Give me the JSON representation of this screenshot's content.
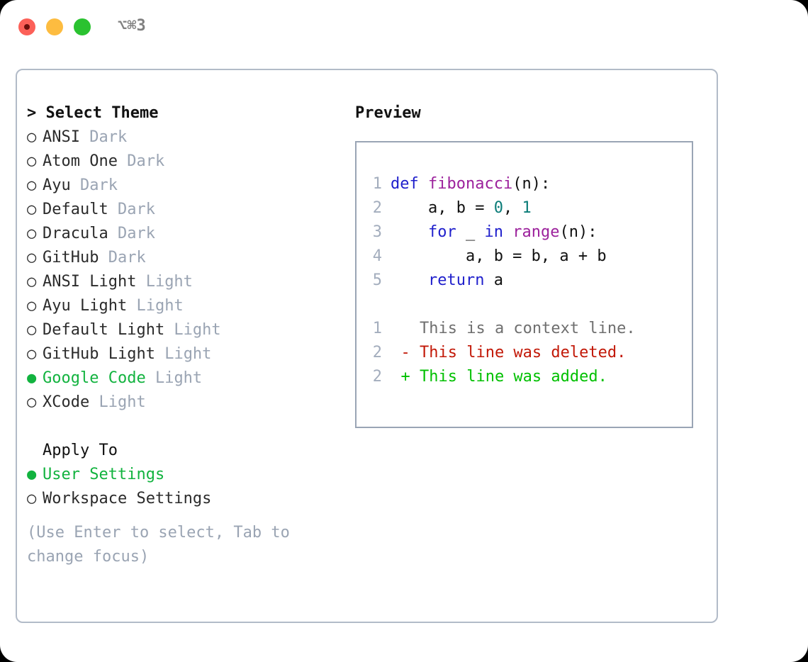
{
  "window": {
    "title_shortcut": "⌥⌘3",
    "traffic_lights": [
      "close-red",
      "minimize-yellow",
      "maximize-green"
    ]
  },
  "colors": {
    "selected_green": "#12b33f",
    "muted_grey": "#9aa4b3",
    "border": "#b2bbc8",
    "preview_border": "#9aa5b5",
    "keyword_blue": "#1f1fcc",
    "function_purple": "#9c219c",
    "number_teal": "#0b7c78",
    "diff_deleted": "#c21807",
    "diff_added": "#00c000",
    "line_number": "#a3adbd"
  },
  "theme_picker": {
    "caret": ">",
    "header": "Select Theme",
    "bullet_unselected": "○",
    "bullet_selected": "●",
    "items": [
      {
        "label": "ANSI",
        "category": "Dark",
        "selected": false
      },
      {
        "label": "Atom One",
        "category": "Dark",
        "selected": false
      },
      {
        "label": "Ayu",
        "category": "Dark",
        "selected": false
      },
      {
        "label": "Default",
        "category": "Dark",
        "selected": false
      },
      {
        "label": "Dracula",
        "category": "Dark",
        "selected": false
      },
      {
        "label": "GitHub",
        "category": "Dark",
        "selected": false
      },
      {
        "label": "ANSI Light",
        "category": "Light",
        "selected": false
      },
      {
        "label": "Ayu Light",
        "category": "Light",
        "selected": false
      },
      {
        "label": "Default Light",
        "category": "Light",
        "selected": false
      },
      {
        "label": "GitHub Light",
        "category": "Light",
        "selected": false
      },
      {
        "label": "Google Code",
        "category": "Light",
        "selected": true
      },
      {
        "label": "XCode",
        "category": "Light",
        "selected": false
      }
    ]
  },
  "apply_to": {
    "title": "Apply To",
    "options": [
      {
        "label": "User Settings",
        "selected": true
      },
      {
        "label": "Workspace Settings",
        "selected": false
      }
    ]
  },
  "hint": "(Use Enter to select, Tab to change focus)",
  "preview": {
    "title": "Preview",
    "code_lines": [
      {
        "number": "1",
        "tokens": [
          {
            "text": "def",
            "type": "keyword"
          },
          {
            "text": " ",
            "type": "plain"
          },
          {
            "text": "fibonacci",
            "type": "function"
          },
          {
            "text": "(n):",
            "type": "plain"
          }
        ]
      },
      {
        "number": "2",
        "tokens": [
          {
            "text": "    a, b = ",
            "type": "plain"
          },
          {
            "text": "0",
            "type": "number"
          },
          {
            "text": ", ",
            "type": "plain"
          },
          {
            "text": "1",
            "type": "number"
          }
        ]
      },
      {
        "number": "3",
        "tokens": [
          {
            "text": "    ",
            "type": "plain"
          },
          {
            "text": "for",
            "type": "keyword"
          },
          {
            "text": " _ ",
            "type": "plain"
          },
          {
            "text": "in",
            "type": "keyword"
          },
          {
            "text": " ",
            "type": "plain"
          },
          {
            "text": "range",
            "type": "function"
          },
          {
            "text": "(n):",
            "type": "plain"
          }
        ]
      },
      {
        "number": "4",
        "tokens": [
          {
            "text": "        a, b = b, a + b",
            "type": "plain"
          }
        ]
      },
      {
        "number": "5",
        "tokens": [
          {
            "text": "    ",
            "type": "plain"
          },
          {
            "text": "return",
            "type": "keyword"
          },
          {
            "text": " a",
            "type": "plain"
          }
        ]
      }
    ],
    "diff_lines": [
      {
        "number": "1",
        "marker": " ",
        "text": "This is a context line.",
        "type": "context"
      },
      {
        "number": "2",
        "marker": "-",
        "text": "This line was deleted.",
        "type": "deleted"
      },
      {
        "number": "2",
        "marker": "+",
        "text": "This line was added.",
        "type": "added"
      }
    ]
  }
}
